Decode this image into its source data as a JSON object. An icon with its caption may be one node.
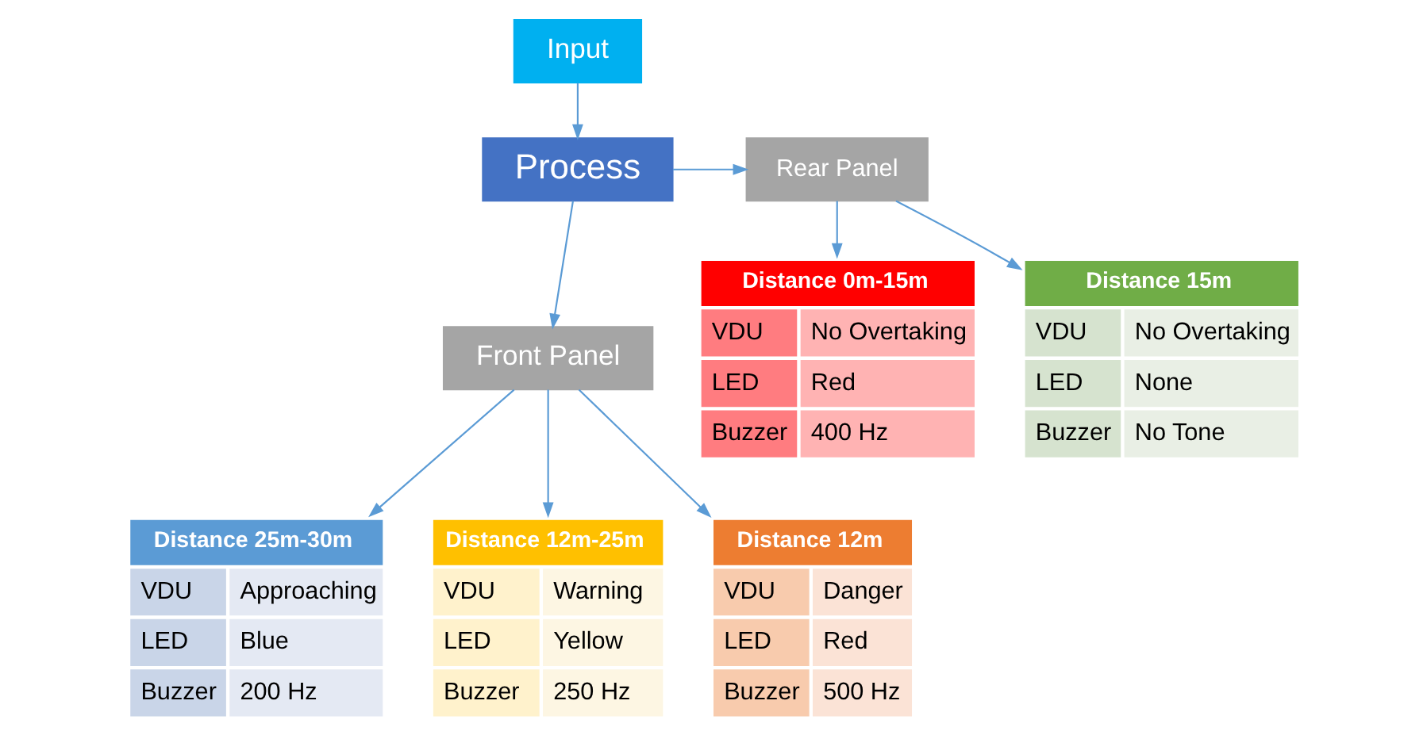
{
  "diagram": {
    "nodes": [
      {
        "text": [
          "Input"
        ]
      },
      {
        "text": [
          "Process"
        ]
      },
      {
        "text": [
          "Rear Panel"
        ]
      },
      {
        "text": [
          "Front Panel"
        ]
      },
      {
        "text": [
          "Distance 0m-15m",
          "VDU",
          "No Overtaking",
          "LED",
          "Red",
          "Buzzer",
          "400 Hz"
        ]
      },
      {
        "text": [
          "Distance 15m",
          "VDU",
          "No Overtaking",
          "LED",
          "None",
          "Buzzer",
          "No Tone"
        ]
      },
      {
        "text": [
          "Distance 25m-30m",
          "VDU",
          "Approaching",
          "LED",
          "Blue",
          "Buzzer",
          "200 Hz"
        ]
      },
      {
        "text": [
          "Distance 12m-25m",
          "VDU",
          "Warning",
          "LED",
          "Yellow",
          "Buzzer",
          "250 Hz"
        ]
      },
      {
        "text": [
          "Distance 12m",
          "VDU",
          "Danger",
          "LED",
          "Red",
          "Buzzer",
          "500 Hz"
        ]
      }
    ],
    "edges": [
      {
        "from": 0,
        "to": 1,
        "arrow": "to"
      },
      {
        "from": 1,
        "to": 2,
        "arrow": "to"
      },
      {
        "from": 1,
        "to": 3,
        "arrow": "to"
      },
      {
        "from": 2,
        "to": 4,
        "arrow": "to"
      },
      {
        "from": 2,
        "to": 5,
        "arrow": "to"
      },
      {
        "from": 3,
        "to": 6,
        "arrow": "to"
      },
      {
        "from": 3,
        "to": 7,
        "arrow": "to"
      },
      {
        "from": 3,
        "to": 8,
        "arrow": "to"
      }
    ]
  }
}
